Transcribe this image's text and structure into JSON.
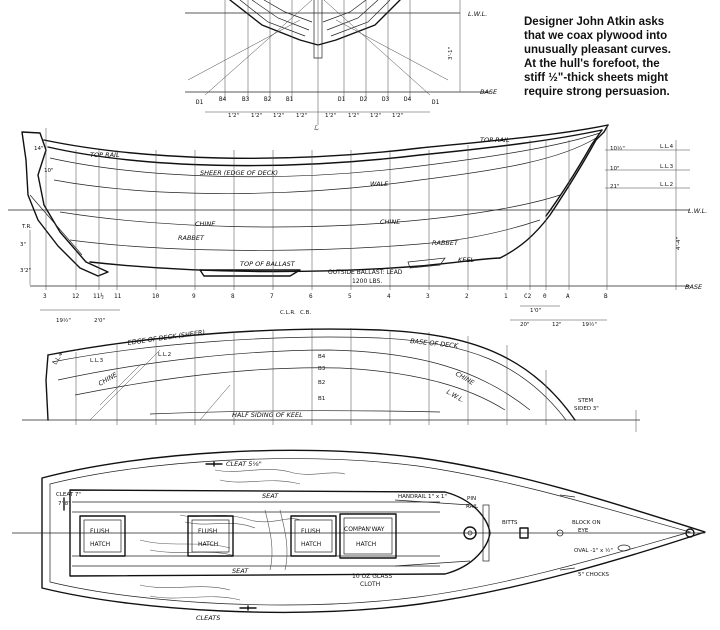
{
  "caption": {
    "lines": [
      "Designer John Atkin asks",
      "that we coax plywood into",
      "unusually pleasant curves.",
      "At the hull's forefoot, the",
      "stiff ½\"-thick sheets might",
      "require strong persuasion."
    ]
  },
  "body_plan": {
    "lwl_label": "L.W.L.",
    "base_label": "BASE",
    "stations": [
      "D1",
      "B4",
      "B3",
      "B2",
      "B1",
      "D1",
      "D2",
      "D3",
      "D4",
      "D1"
    ],
    "depth_label": "3'-1\"",
    "spacing_labels": [
      "1'2\"",
      "1'2\"",
      "1'2\"",
      "1'2\"",
      "1'2\"",
      "1'2\"",
      "1'2\"",
      "1'2\""
    ],
    "centerline": "ℒ"
  },
  "profile": {
    "labels": {
      "top_rail_aft": "TOP RAIL",
      "top_rail_fwd": "TOP RAIL",
      "sheer": "SHEER (EDGE OF DECK)",
      "wale": "WALE",
      "chine_aft": "CHINE",
      "chine_fwd": "CHINE",
      "rabbet_aft": "RABBET",
      "rabbet_fwd": "RABBET",
      "keel": "KEEL",
      "top_of_ballast": "TOP OF BALLAST",
      "ballast_1": "OUTSIDE BALLAST: LEAD",
      "ballast_2": "1200 LBS.",
      "lwl": "L.W.L.",
      "base": "BASE",
      "clr": "C.L.R.",
      "lwl_clr": "C.B.",
      "wl": [
        "L.L.4",
        "L.L.3",
        "L.L.2"
      ],
      "wl_offsets": [
        "10½\"",
        "10\"",
        "21\""
      ],
      "transom_marks": [
        "14\"",
        "10\"",
        "T.R.",
        "3\"",
        "3'2\""
      ],
      "depth": "4'-4\""
    },
    "stations": [
      "3",
      "12",
      "11½",
      "11",
      "10",
      "9",
      "8",
      "7",
      "6",
      "5",
      "4",
      "3",
      "2",
      "1",
      "C2",
      "0",
      "A",
      "B"
    ],
    "dims": [
      "19½\"",
      "2'0\"",
      "20\"",
      "12\"",
      "19½\"",
      "1'0\""
    ]
  },
  "half_breadth": {
    "labels": {
      "edge_of_deck": "EDGE OF DECK (SHEER)",
      "base_of_deck": "BASE OF DECK",
      "ll4": "L.L.4",
      "ll3": "L.L.3",
      "ll2": "L.L.2",
      "chine_aft": "CHINE",
      "chine_fwd": "CHINE",
      "lwl": "L.W.L.",
      "half_siding": "HALF SIDING OF KEEL",
      "stem_1": "STEM",
      "stem_2": "SIDED 3\"",
      "b_marks": [
        "B4",
        "B3",
        "B2",
        "B1"
      ]
    }
  },
  "deck_plan": {
    "labels": {
      "cleat_top": "CLEAT 5⅛\"",
      "cleat_left_1": "CLEAT 7\"",
      "cleat_left_2": "7' 8\"",
      "seat_top": "SEAT",
      "seat_bottom": "SEAT",
      "handrail": "HANDRAIL 1\" x 1\"",
      "pin_rail_1": "PIN",
      "pin_rail_2": "RAIL",
      "bitts": "BITTS",
      "block_1": "BLOCK ON",
      "block_2": "EYE",
      "oval": "OVAL -1\" x ½\"",
      "chocks": "5\" CHOCKS",
      "glass_1": "10 OZ GLASS",
      "glass_2": "CLOTH",
      "cleats": "CLEATS",
      "hatch_label_1": "FLUSH",
      "hatch_label_2": "HATCH",
      "companionway_1": "COMPAN'WAY",
      "companionway_2": "HATCH"
    },
    "hatches": [
      {
        "l1": "FLUSH",
        "l2": "HATCH"
      },
      {
        "l1": "FLUSH",
        "l2": "HATCH"
      },
      {
        "l1": "FLUSH",
        "l2": "HATCH"
      }
    ]
  }
}
